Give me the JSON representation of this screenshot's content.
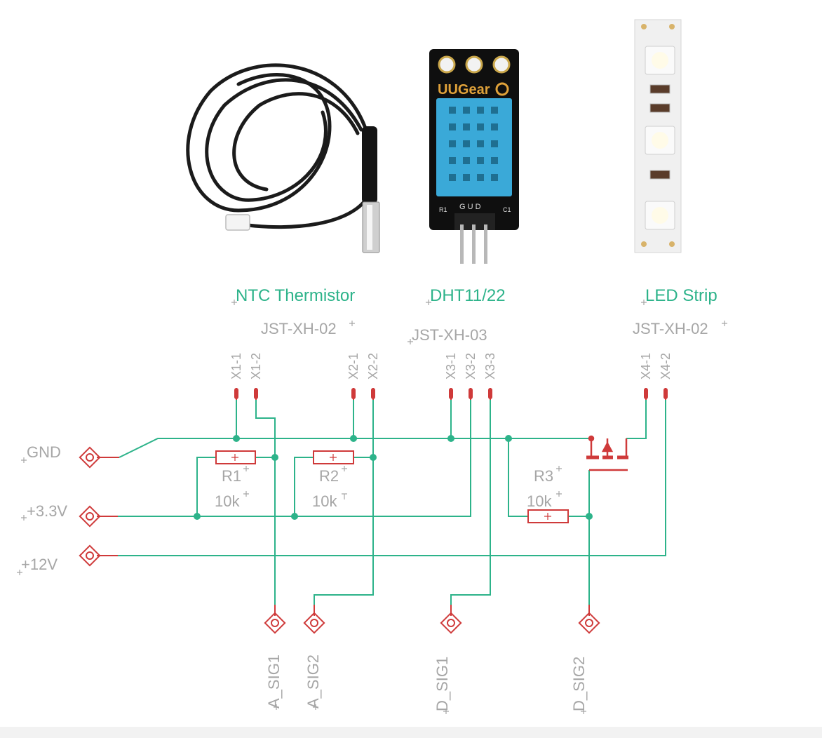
{
  "components": {
    "ntc": {
      "title": "NTC Thermistor",
      "connector": "JST-XH-02",
      "pins": [
        "X1-1",
        "X1-2"
      ]
    },
    "dht": {
      "title": "DHT11/22",
      "connector": "JST-XH-03",
      "pins": [
        "X3-1",
        "X3-2",
        "X3-3"
      ],
      "pcb_brand": "UUGear",
      "pin_letters": "G U D",
      "pcb_r": "R1",
      "pcb_c": "C1"
    },
    "led": {
      "title": "LED Strip",
      "connector": "JST-XH-02",
      "pins": [
        "X4-1",
        "X4-2"
      ]
    },
    "x2": {
      "connector": "JST-XH-02",
      "pins": [
        "X2-1",
        "X2-2"
      ]
    }
  },
  "resistors": [
    {
      "name": "R1",
      "value": "10k"
    },
    {
      "name": "R2",
      "value": "10k"
    },
    {
      "name": "R3",
      "value": "10k"
    }
  ],
  "rails": [
    "GND",
    "+3.3V",
    "+12V"
  ],
  "signals": [
    "A_SIG1",
    "A_SIG2",
    "D_SIG1",
    "D_SIG2"
  ],
  "colors": {
    "wire": "#2db38a",
    "part": "#cf3a3a",
    "label_grey": "#a6a6a6",
    "label_green": "#2db38a"
  }
}
